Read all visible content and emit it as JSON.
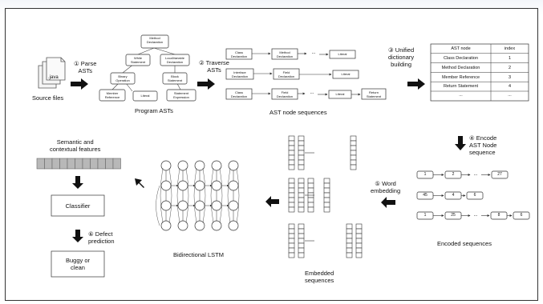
{
  "labels": {
    "source_files": "Source files",
    "java": ".java",
    "step1": "① Parse\nASTs",
    "program_asts": "Program ASTs",
    "step2": "② Traverse\nASTs",
    "ast_node_sequences": "AST node sequences",
    "step3": "③ Unified\ndictionary\nbuilding",
    "step4": "④ Encode\nAST Node\nsequence",
    "encoded_sequences": "Encoded sequences",
    "step5": "⑤ Word\nembedding",
    "embedded_sequences": "Embedded\nsequences",
    "bilstm": "Bidirectional LSTM",
    "semantic": "Semantic and\ncontextual features",
    "classifier": "Classifier",
    "step6": "⑥ Defect\nprediction",
    "buggy": "Buggy or\nclean"
  },
  "ast_tree": {
    "root": "Method\nDeclaration",
    "n1": "While\nStatement",
    "n2": "LocalVariable\nDeclaration",
    "n3": "Binary\nOperation",
    "n4": "Block\nStatement",
    "n5": "Member\nReference",
    "n6": "Literal",
    "n7": "Statement\nExpression"
  },
  "sequences": [
    [
      "Class\nDeclaration",
      "Method\nDeclaration",
      "Literal"
    ],
    [
      "Interface\nDeclaration",
      "Field\nDeclaration",
      "Literal"
    ],
    [
      "Class\nDeclaration",
      "Field\nDeclaration",
      "Literal",
      "Return\nStatement"
    ]
  ],
  "ellipsis": "...",
  "dictionary": {
    "headers": [
      "AST node",
      "index"
    ],
    "rows": [
      [
        "Class Declaration",
        "1"
      ],
      [
        "Method Declaration",
        "2"
      ],
      [
        "Member Reference",
        "3"
      ],
      [
        "Return Statement",
        "4"
      ],
      [
        "...",
        "..."
      ]
    ]
  },
  "encoded": [
    [
      "1",
      "2",
      "27"
    ],
    [
      "45",
      "4",
      "6"
    ],
    [
      "1",
      "25",
      "8",
      "6"
    ]
  ]
}
